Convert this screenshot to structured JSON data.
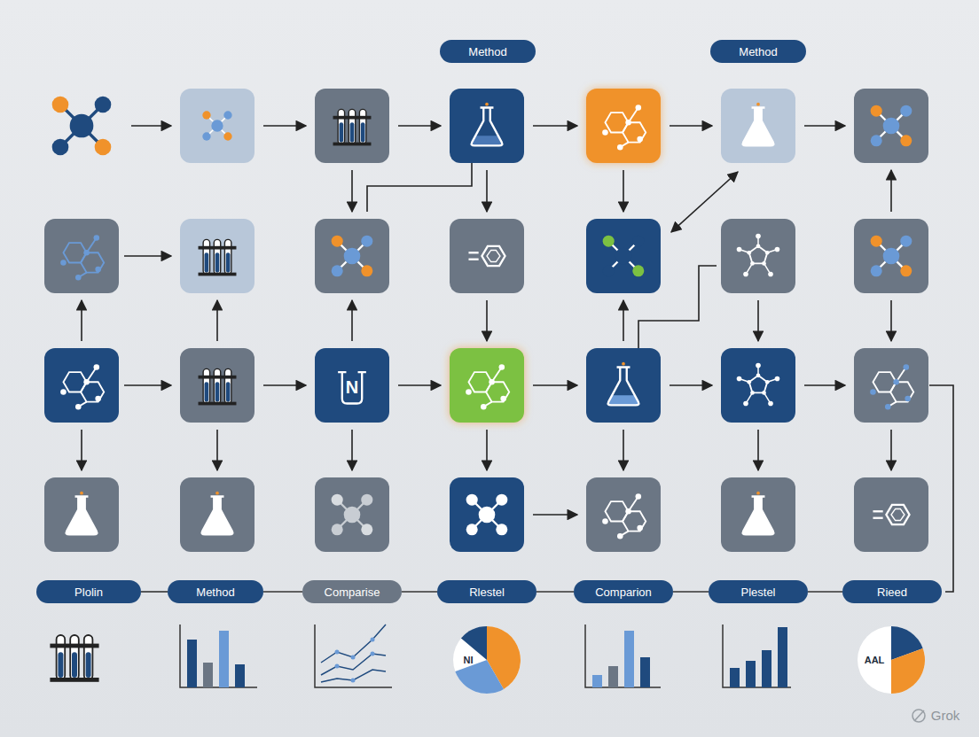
{
  "diagram": {
    "nodes": [
      {
        "text": [
          "Method"
        ]
      },
      {
        "text": [
          "Method"
        ]
      },
      {
        "text": [
          "Plolin"
        ]
      },
      {
        "text": [
          "Method"
        ]
      },
      {
        "text": [
          "Comparise"
        ]
      },
      {
        "text": [
          "Rlestel"
        ]
      },
      {
        "text": [
          "Comparion"
        ]
      },
      {
        "text": [
          "Plestel"
        ]
      },
      {
        "text": [
          "Rieed"
        ]
      }
    ],
    "edges": [
      {
        "from": 2,
        "to": 3,
        "arrow": "none"
      },
      {
        "from": 3,
        "to": 4,
        "arrow": "none"
      },
      {
        "from": 4,
        "to": 5,
        "arrow": "none"
      },
      {
        "from": 5,
        "to": 6,
        "arrow": "none"
      },
      {
        "from": 6,
        "to": 7,
        "arrow": "none"
      },
      {
        "from": 7,
        "to": 8,
        "arrow": "none"
      }
    ],
    "labels": [
      "N",
      "NI",
      "AAL",
      "Grok"
    ]
  }
}
